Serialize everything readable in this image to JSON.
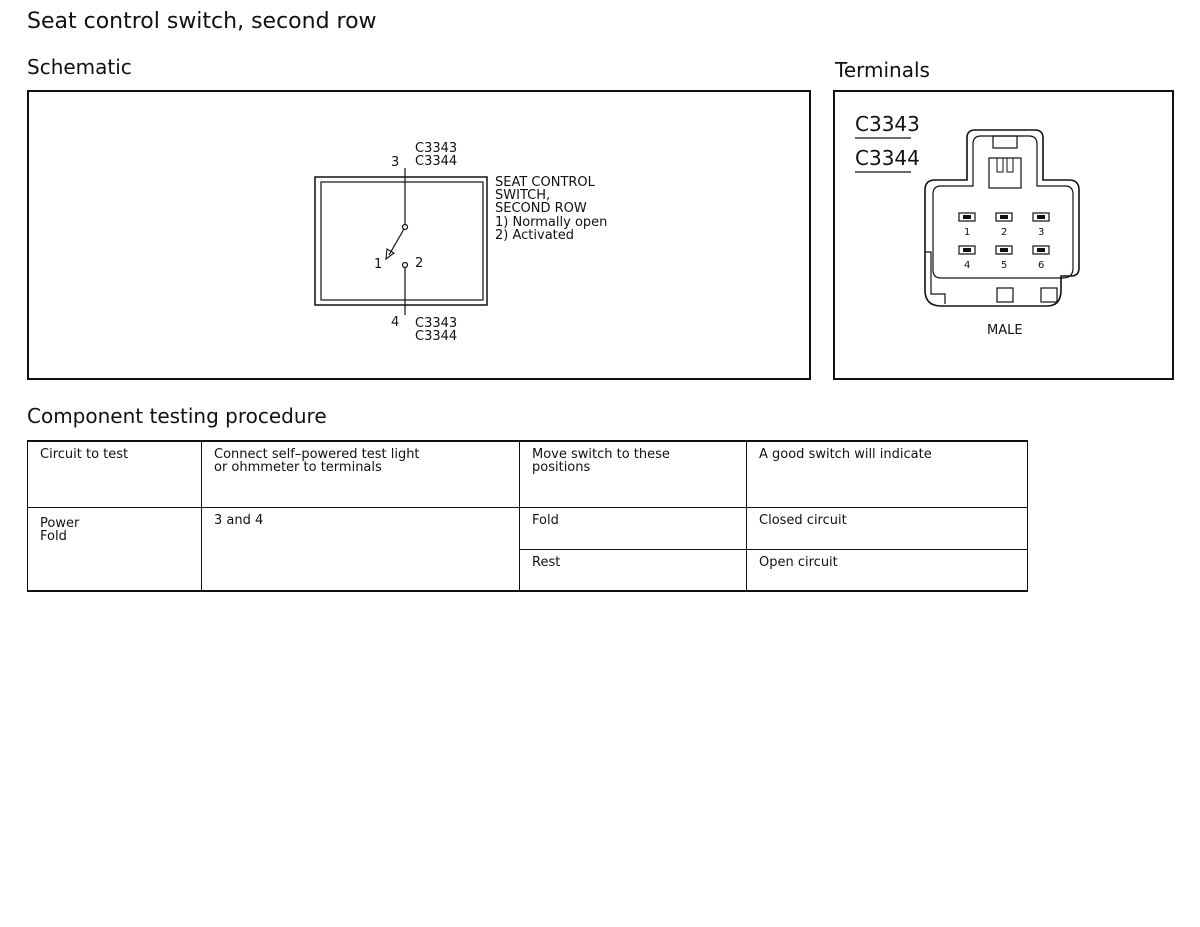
{
  "title": "Seat control switch, second row",
  "schematic": {
    "heading": "Schematic",
    "pins": {
      "top": "3",
      "bottom": "4",
      "left_contact": "1",
      "right_contact": "2"
    },
    "top_connectors": [
      "C3343",
      "C3344"
    ],
    "bottom_connectors": [
      "C3343",
      "C3344"
    ],
    "label_lines": [
      "SEAT CONTROL",
      "SWITCH,",
      "SECOND ROW",
      "1) Normally open",
      "2) Activated"
    ]
  },
  "terminals": {
    "heading": "Terminals",
    "connectors": [
      "C3343",
      "C3344"
    ],
    "pin_numbers_row1": [
      "1",
      "2",
      "3"
    ],
    "pin_numbers_row2": [
      "4",
      "5",
      "6"
    ],
    "gender_label": "MALE"
  },
  "procedure": {
    "heading": "Component testing procedure",
    "headers": [
      "Circuit to test",
      "Connect self–powered test light\nor ohmmeter to terminals",
      "Move switch to these\npositions",
      "A good switch will indicate"
    ],
    "row": {
      "circuit": "Power\nFold",
      "terminals": "3 and 4",
      "positions": [
        {
          "position": "Fold",
          "indication": "Closed circuit"
        },
        {
          "position": "Rest",
          "indication": "Open circuit"
        }
      ]
    }
  }
}
